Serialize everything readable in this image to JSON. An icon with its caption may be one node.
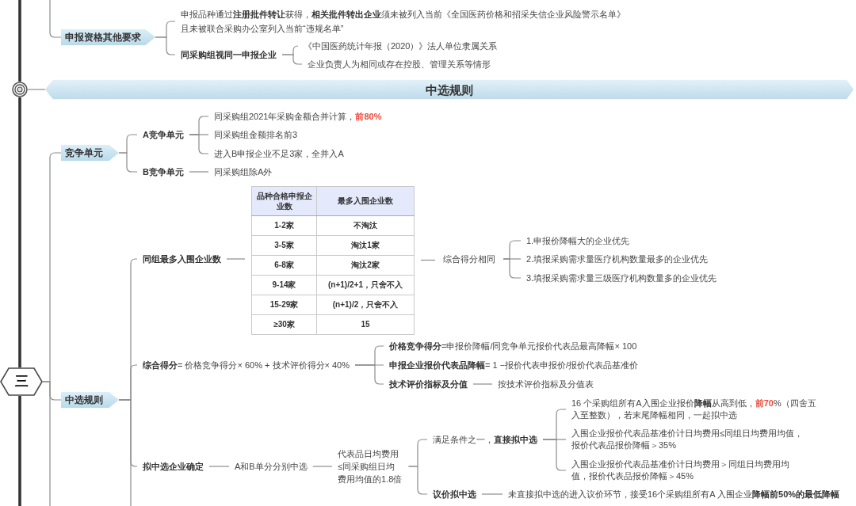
{
  "diagram": {
    "nodes": [
      {
        "text": [
          "申报资格其他要求"
        ]
      },
      {
        "text": [
          "申报品种通过**注册批件转让**获得，**相关批件转出企业**须未被列入当前《全国医药价格和招采失信企业风险警示名单》且未被联合采购办公室列入当前“违规名单”"
        ]
      },
      {
        "text": [
          "同采购组视同一申报企业"
        ]
      },
      {
        "text": [
          "《中国医药统计年报（2020）》法人单位隶属关系"
        ]
      },
      {
        "text": [
          "企业负责人为相同或存在控股、管理关系等情形"
        ]
      },
      {
        "text": [],
        "shape": "circle"
      },
      {
        "text": [
          "中选规则"
        ]
      },
      {
        "text": [
          "竞争单元"
        ]
      },
      {
        "text": [
          "A竞争单元"
        ]
      },
      {
        "text": [
          "同采购组2021年采购金额合并计算，**前80%**"
        ]
      },
      {
        "text": [
          "同采购组金额排名前3"
        ]
      },
      {
        "text": [
          "进入B申报企业不足3家，全并入A"
        ]
      },
      {
        "text": [
          "B竞争单元"
        ]
      },
      {
        "text": [
          "同采购组除A外"
        ]
      },
      {
        "text": [
          "同组最多入围企业数"
        ]
      },
      {
        "text": [
          "品种合格申报企业数",
          "最多入围企业数",
          "1-2家",
          "不淘汰",
          "3-5家",
          "淘汰1家",
          "6-8家",
          "淘汰2家",
          "9-14家",
          "(n+1)/2+1，只舍不入",
          "15-29家",
          "(n+1)/2，只舍不入",
          "≥30家",
          "15"
        ]
      },
      {
        "text": [
          "综合得分相同"
        ]
      },
      {
        "text": [
          "1.申报价降幅大的企业优先"
        ]
      },
      {
        "text": [
          "2.填报采购需求量医疗机构数量最多的企业优先"
        ]
      },
      {
        "text": [
          "3.填报采购需求量三级医疗机构数量多的企业优先"
        ]
      },
      {
        "text": [
          "三"
        ]
      },
      {
        "text": [
          "中选规则"
        ]
      },
      {
        "text": [
          "**综合得分**= 价格竞争得分× 60% + 技术评价得分× 40%"
        ]
      },
      {
        "text": [
          "**价格竞争得分**=申报价降幅/同竞争单元报价代表品最高降幅× 100"
        ]
      },
      {
        "text": [
          "**申报企业报价代表品降幅**= 1 −报价代表申报价/报价代表品基准价"
        ]
      },
      {
        "text": [
          "技术评价指标及分值"
        ]
      },
      {
        "text": [
          "按技术评价指标及分值表"
        ]
      },
      {
        "text": [
          "拟中选企业确定"
        ]
      },
      {
        "text": [
          "A和B单分分别中选"
        ]
      },
      {
        "text": [
          "代表品日均费用≤同采购组日均费用均值的1.8倍"
        ]
      },
      {
        "text": [
          "满足条件之一，**直接拟中选**"
        ]
      },
      {
        "text": [
          "16 个采购组所有A入围企业报价**降幅**从高到低，**前70**%（四舍五入至整数），若末尾降幅相同，一起拟中选"
        ]
      },
      {
        "text": [
          "入围企业报价代表品基准价计日均费用≤同组日均费用均值，报价代表品报价降幅＞35%"
        ]
      },
      {
        "text": [
          "入围企业报价代表品基准价计日均费用＞同组日均费用均值，报价代表品报价降幅＞45%"
        ]
      },
      {
        "text": [
          "议价拟中选"
        ]
      },
      {
        "text": [
          "未直接拟中选的进入议价环节，接受16个采购组所有A 入围企业**降幅前50%的最低降幅**"
        ]
      }
    ],
    "edges": [
      {
        "from": null,
        "to": 0,
        "arrow": "none"
      },
      {
        "from": 0,
        "to": 1,
        "arrow": "none"
      },
      {
        "from": 0,
        "to": 2,
        "arrow": "none"
      },
      {
        "from": 2,
        "to": 3,
        "arrow": "none"
      },
      {
        "from": 2,
        "to": 4,
        "arrow": "none"
      },
      {
        "from": null,
        "to": 5,
        "arrow": "none",
        "style": "thick",
        "color": "#333333"
      },
      {
        "from": 5,
        "to": 6,
        "arrow": "none"
      },
      {
        "from": 5,
        "to": 20,
        "arrow": "none",
        "style": "thick",
        "color": "#333333"
      },
      {
        "from": 20,
        "to": 7,
        "arrow": "none"
      },
      {
        "from": 20,
        "to": 21,
        "arrow": "none"
      },
      {
        "from": 20,
        "to": null,
        "arrow": "none",
        "style": "thick",
        "color": "#333333"
      },
      {
        "from": 20,
        "to": null,
        "arrow": "none"
      },
      {
        "from": 7,
        "to": 8,
        "arrow": "none"
      },
      {
        "from": 7,
        "to": 12,
        "arrow": "none"
      },
      {
        "from": 8,
        "to": 9,
        "arrow": "none"
      },
      {
        "from": 8,
        "to": 10,
        "arrow": "none"
      },
      {
        "from": 8,
        "to": 11,
        "arrow": "none"
      },
      {
        "from": 12,
        "to": 13,
        "arrow": "none"
      },
      {
        "from": 21,
        "to": 14,
        "arrow": "none"
      },
      {
        "from": 21,
        "to": 22,
        "arrow": "none"
      },
      {
        "from": 21,
        "to": 27,
        "arrow": "none"
      },
      {
        "from": 21,
        "to": null,
        "arrow": "none"
      },
      {
        "from": 14,
        "to": 15,
        "arrow": "none"
      },
      {
        "from": 15,
        "to": 16,
        "arrow": "none"
      },
      {
        "from": 16,
        "to": 17,
        "arrow": "none"
      },
      {
        "from": 16,
        "to": 18,
        "arrow": "none"
      },
      {
        "from": 16,
        "to": 19,
        "arrow": "none"
      },
      {
        "from": 22,
        "to": 23,
        "arrow": "none"
      },
      {
        "from": 22,
        "to": 24,
        "arrow": "none"
      },
      {
        "from": 22,
        "to": 25,
        "arrow": "none"
      },
      {
        "from": 25,
        "to": 26,
        "arrow": "none"
      },
      {
        "from": 27,
        "to": 28,
        "arrow": "none"
      },
      {
        "from": 28,
        "to": 29,
        "arrow": "none"
      },
      {
        "from": 29,
        "to": 30,
        "arrow": "none"
      },
      {
        "from": 29,
        "to": 34,
        "arrow": "none"
      },
      {
        "from": 30,
        "to": 31,
        "arrow": "none"
      },
      {
        "from": 30,
        "to": 32,
        "arrow": "none"
      },
      {
        "from": 30,
        "to": 33,
        "arrow": "none"
      },
      {
        "from": 34,
        "to": 35,
        "arrow": "none"
      }
    ]
  }
}
